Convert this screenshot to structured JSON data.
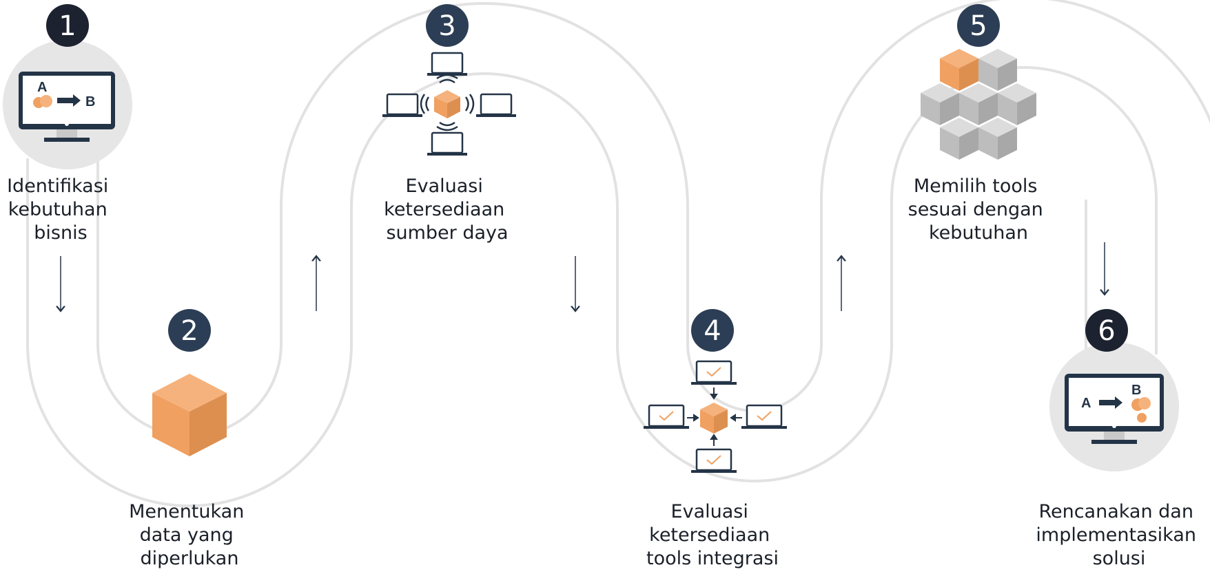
{
  "steps": [
    {
      "number": "1",
      "label_lines": [
        "Identifikasi",
        "kebutuhan",
        "bisnis"
      ],
      "icon": "monitor-a-to-b-icon"
    },
    {
      "number": "2",
      "label_lines": [
        "Menentukan",
        "data yang",
        "diperlukan"
      ],
      "icon": "cube-icon"
    },
    {
      "number": "3",
      "label_lines": [
        "Evaluasi",
        "ketersediaan",
        "sumber daya"
      ],
      "icon": "wireless-network-icon"
    },
    {
      "number": "4",
      "label_lines": [
        "Evaluasi",
        "ketersediaan",
        "tools integrasi"
      ],
      "icon": "integration-network-icon"
    },
    {
      "number": "5",
      "label_lines": [
        "Memilih tools",
        "sesuai dengan",
        "kebutuhan"
      ],
      "icon": "cube-cluster-icon"
    },
    {
      "number": "6",
      "label_lines": [
        "Rencanakan dan",
        "implementasikan",
        "solusi"
      ],
      "icon": "monitor-a-to-b-icon"
    }
  ],
  "monitor_start": {
    "letter_a": "A",
    "letter_b": "B"
  },
  "monitor_end": {
    "letter_a": "A",
    "letter_b": "B"
  },
  "colors": {
    "badge": "#2c3e55",
    "badge_dark": "#1d2230",
    "road": "#e2e2e2",
    "orange": "#f0a060",
    "monitor": "#243447",
    "arrow": "#243447"
  }
}
